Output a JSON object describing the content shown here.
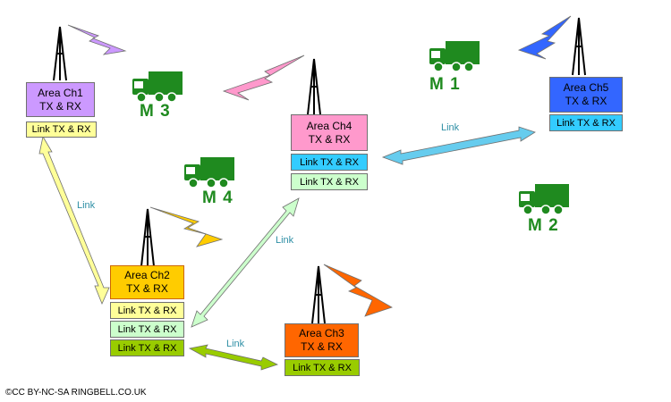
{
  "stations": [
    {
      "id": "ch1",
      "title": "Area Ch1",
      "sub": "TX & RX",
      "color": "#cc99ff",
      "links": [
        {
          "label": "Link TX & RX",
          "color": "#ffff99"
        }
      ]
    },
    {
      "id": "ch2",
      "title": "Area Ch2",
      "sub": "TX & RX",
      "color": "#ffcc00",
      "links": [
        {
          "label": "Link TX & RX",
          "color": "#ffff99"
        },
        {
          "label": "Link TX & RX",
          "color": "#ccffcc"
        },
        {
          "label": "Link TX & RX",
          "color": "#99cc00"
        }
      ]
    },
    {
      "id": "ch3",
      "title": "Area Ch3",
      "sub": "TX & RX",
      "color": "#ff6600",
      "links": [
        {
          "label": "Link TX & RX",
          "color": "#99cc00"
        }
      ]
    },
    {
      "id": "ch4",
      "title": "Area Ch4",
      "sub": "TX & RX",
      "color": "#ff99cc",
      "links": [
        {
          "label": "Link TX & RX",
          "color": "#33ccff"
        },
        {
          "label": "Link TX & RX",
          "color": "#ccffcc"
        }
      ]
    },
    {
      "id": "ch5",
      "title": "Area Ch5",
      "sub": "TX & RX",
      "color": "#3366ff",
      "links": [
        {
          "label": "Link TX & RX",
          "color": "#33ccff"
        }
      ]
    }
  ],
  "mobiles": [
    "M 1",
    "M 2",
    "M 3",
    "M 4"
  ],
  "link_label": "Link",
  "colors": {
    "truck": "#1f8a1f",
    "link_text": "#2e8fa5",
    "antenna": "#000000"
  },
  "credit": "©CC BY-NC-SA RINGBELL.CO.UK"
}
